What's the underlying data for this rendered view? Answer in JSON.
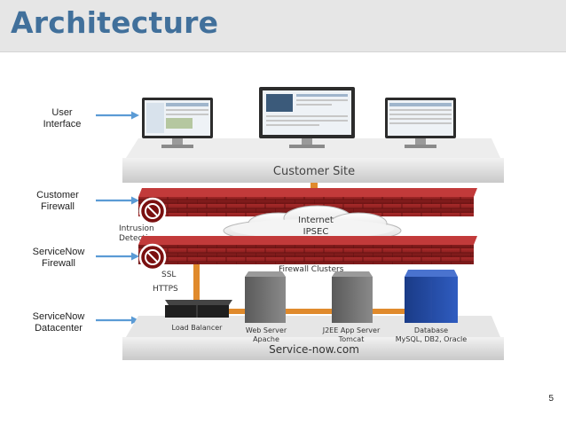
{
  "header": {
    "title": "Architecture"
  },
  "side_labels": {
    "user_interface": [
      "User",
      "Interface"
    ],
    "customer_firewall": [
      "Customer",
      "Firewall"
    ],
    "servicenow_firewall": [
      "ServiceNow",
      "Firewall"
    ],
    "servicenow_datacenter": [
      "ServiceNow",
      "Datacenter"
    ]
  },
  "diagram": {
    "customer_site": "Customer Site",
    "intrusion_detection": [
      "Intrusion",
      "Detection"
    ],
    "internet": "Internet",
    "ipsec": "IPSEC",
    "ssl": "SSL",
    "https": "HTTPS",
    "firewall_clusters": "Firewall Clusters",
    "load_balancer": "Load Balancer",
    "web_server": [
      "Web Server",
      "Apache"
    ],
    "app_server": [
      "J2EE App Server",
      "Tomcat"
    ],
    "database": [
      "Database",
      "MySQL, DB2, Oracle"
    ],
    "service_now": "Service-now.com"
  },
  "colors": {
    "title": "#41709b",
    "arrow": "#5b9bd5",
    "firewall": "#8e1c1c",
    "pipe": "#e08a2c",
    "database": "#1d3f8c"
  },
  "footer": {
    "page_number": "5"
  }
}
